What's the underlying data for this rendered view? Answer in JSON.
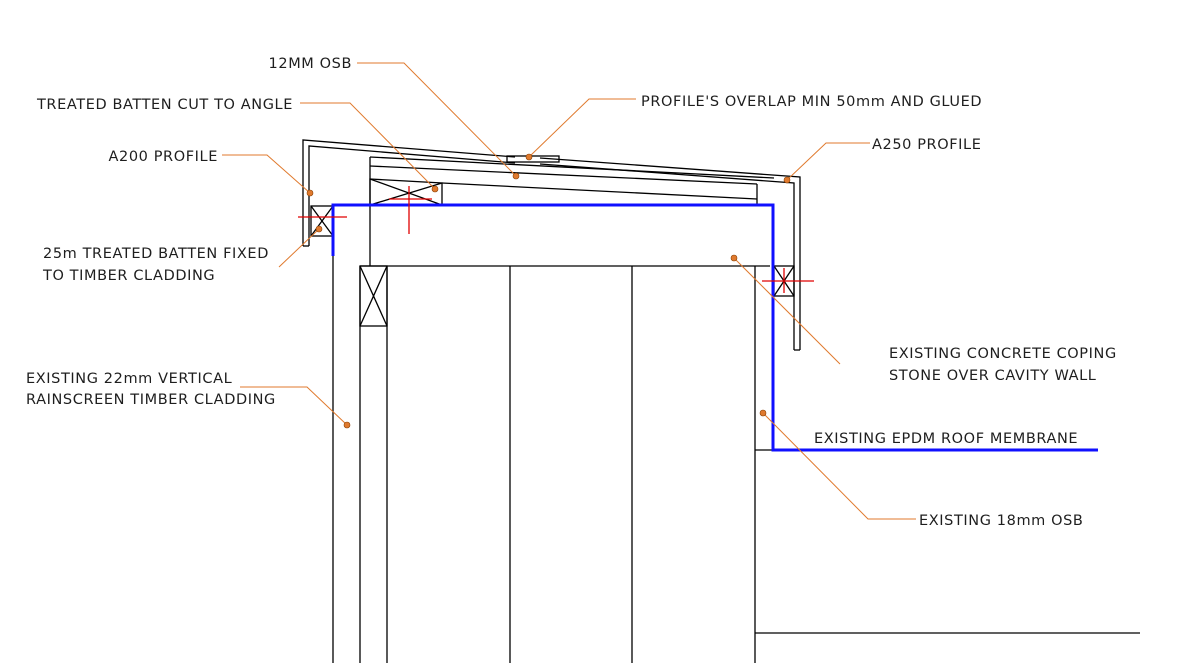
{
  "colors": {
    "structure": "#000000",
    "membrane": "#1010ff",
    "leaders": "#e07a2e",
    "fixings": "#e00000",
    "text": "#1e1e1e"
  },
  "labels": {
    "osb_12mm": "12MM OSB",
    "treated_batten_angle": "TREATED BATTEN CUT TO ANGLE",
    "profile_overlap": "PROFILE'S OVERLAP MIN 50mm AND GLUED",
    "a200_profile": "A200 PROFILE",
    "a250_profile": "A250 PROFILE",
    "batten_fixed_line1": "25m TREATED BATTEN FIXED",
    "batten_fixed_line2": "TO TIMBER CLADDING",
    "cladding_line1": "EXISTING 22mm VERTICAL",
    "cladding_line2": "RAINSCREEN TIMBER CLADDING",
    "coping_line1": "EXISTING CONCRETE COPING",
    "coping_line2": "STONE OVER CAVITY WALL",
    "epdm": "EXISTING EPDM ROOF MEMBRANE",
    "osb_18mm": "EXISTING 18mm OSB"
  }
}
